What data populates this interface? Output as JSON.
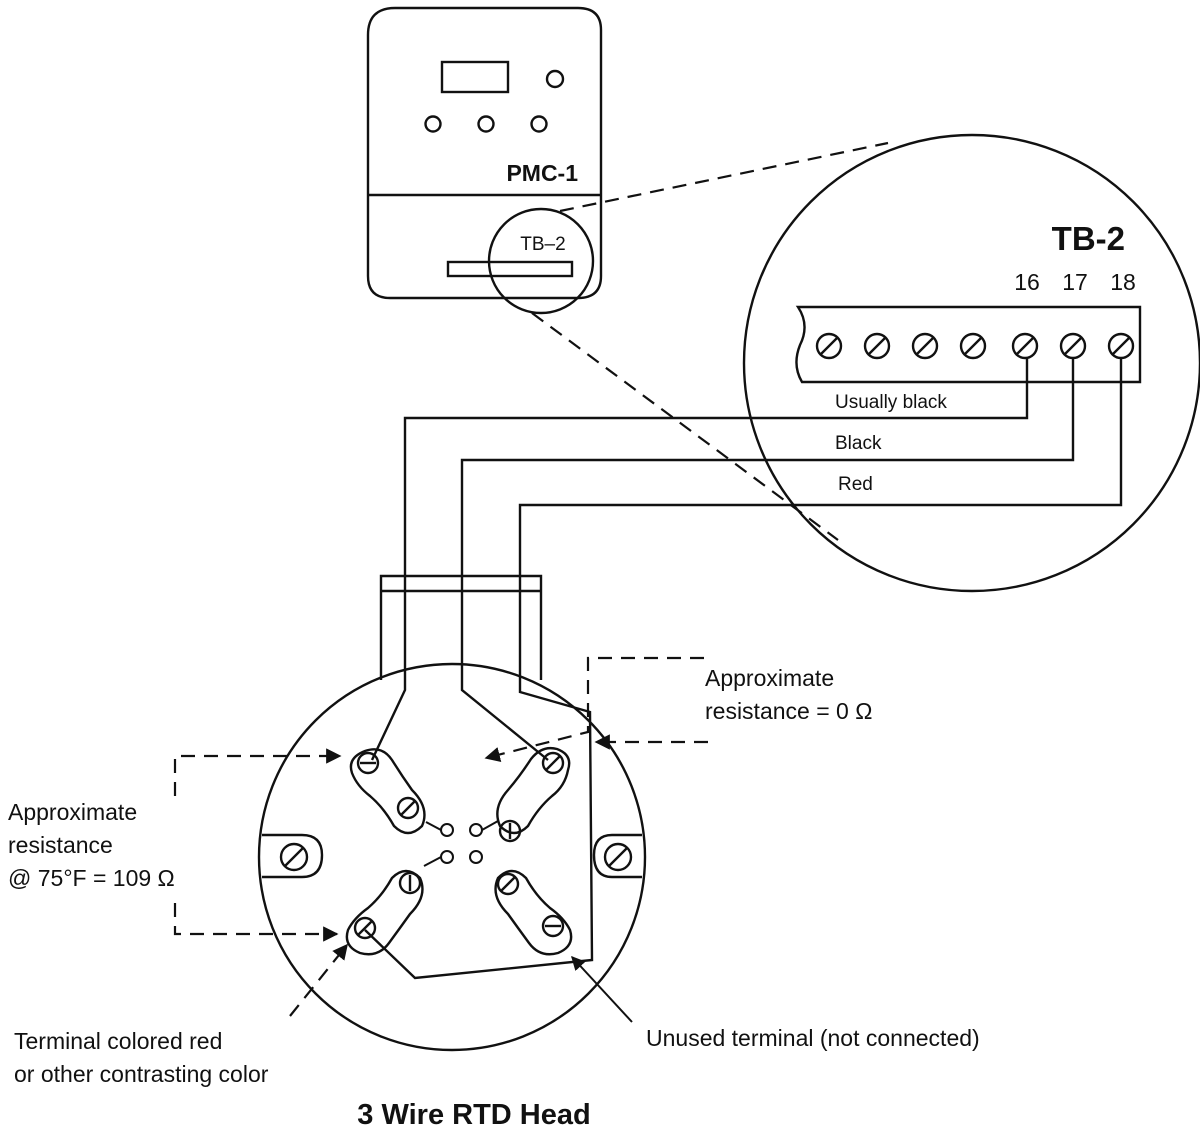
{
  "controller": {
    "model_label": "PMC-1",
    "terminal_block_label": "TB–2"
  },
  "zoom": {
    "title": "TB-2",
    "terminal_numbers": [
      "16",
      "17",
      "18"
    ],
    "wire_labels": [
      "Usually black",
      "Black",
      "Red"
    ]
  },
  "rtd_head": {
    "title": "3 Wire RTD Head"
  },
  "annotations": {
    "resistance_zero": [
      "Approximate",
      "resistance = 0 Ω"
    ],
    "resistance_109": [
      "Approximate",
      "resistance",
      "@ 75°F = 109 Ω"
    ],
    "terminal_colored": [
      "Terminal colored red",
      "or other contrasting color"
    ],
    "unused_terminal": "Unused terminal (not connected)"
  }
}
